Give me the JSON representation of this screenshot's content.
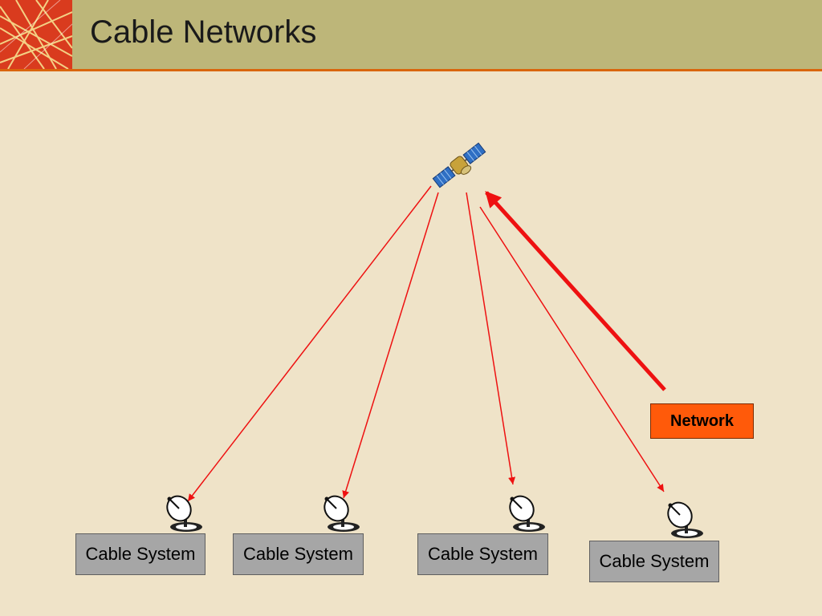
{
  "title": "Cable Networks",
  "colors": {
    "header_bg": "#bdb679",
    "header_rule": "#d9650d",
    "logo_bg": "#d93b1e",
    "slide_bg": "#efe3c8",
    "arrow": "#ee1111",
    "network_bg": "#ff5a0a",
    "cable_box_bg": "#a6a6a6"
  },
  "icons": {
    "logo": "network-lines-logo",
    "satellite": "satellite-icon",
    "dish": "satellite-dish-icon"
  },
  "network": {
    "label": "Network"
  },
  "cable_systems": [
    {
      "label": "Cable System"
    },
    {
      "label": "Cable System"
    },
    {
      "label": "Cable System"
    },
    {
      "label": "Cable System"
    }
  ]
}
